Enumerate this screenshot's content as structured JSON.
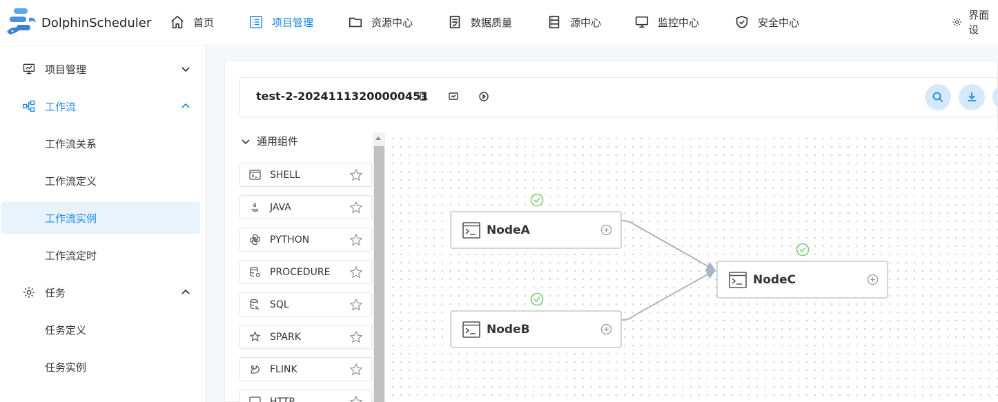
{
  "app": {
    "name": "DolphinScheduler"
  },
  "nav": {
    "home": "首页",
    "project": "项目管理",
    "resource": "资源中心",
    "data_quality": "数据质量",
    "datasource": "源中心",
    "monitor": "监控中心",
    "security": "安全中心",
    "ui_settings": "界面设"
  },
  "sidebar": {
    "project_mgmt": "项目管理",
    "workflow": "工作流",
    "workflow_relation": "工作流关系",
    "workflow_definition": "工作流定义",
    "workflow_instance": "工作流实例",
    "workflow_timing": "工作流定时",
    "task": "任务",
    "task_definition": "任务定义",
    "task_instance": "任务实例"
  },
  "workflow": {
    "name": "test-2-20241113200000451"
  },
  "components": {
    "group_title": "通用组件",
    "items": [
      "SHELL",
      "JAVA",
      "PYTHON",
      "PROCEDURE",
      "SQL",
      "SPARK",
      "FLINK",
      "HTTP"
    ]
  },
  "nodes": {
    "a": "NodeA",
    "b": "NodeB",
    "c": "NodeC"
  },
  "colors": {
    "accent": "#1e88e5",
    "success": "#7ccf7c",
    "edge": "#a9b4c6"
  }
}
